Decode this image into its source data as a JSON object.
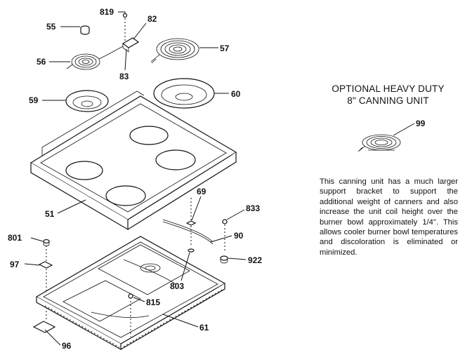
{
  "callouts": {
    "c819": "819",
    "c82": "82",
    "c55": "55",
    "c56": "56",
    "c83": "83",
    "c57": "57",
    "c59": "59",
    "c60": "60",
    "c51": "51",
    "c69": "69",
    "c833": "833",
    "c90": "90",
    "c801": "801",
    "c922": "922",
    "c97": "97",
    "c803": "803",
    "c815": "815",
    "c61": "61",
    "c96": "96",
    "c99": "99"
  },
  "note": {
    "title_line1": "OPTIONAL HEAVY DUTY",
    "title_line2": "8\" CANNING UNIT",
    "body": "This canning unit has a much larger support bracket to support the additional weight of canners and also increase the unit coil height over the burner bowl approximately 1/4\". This allows cooler burner bowl temperatures and discoloration is eliminated or minimized."
  }
}
